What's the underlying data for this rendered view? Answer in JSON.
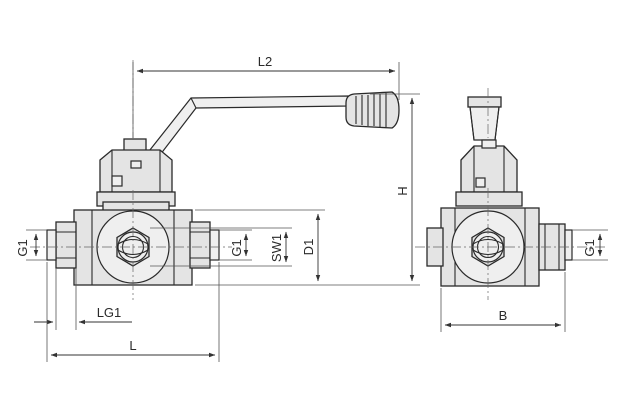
{
  "dimensions": {
    "L2": "L2",
    "H": "H",
    "G1": "G1",
    "SW1": "SW1",
    "D1": "D1",
    "LG1": "LG1",
    "L": "L",
    "B": "B"
  }
}
